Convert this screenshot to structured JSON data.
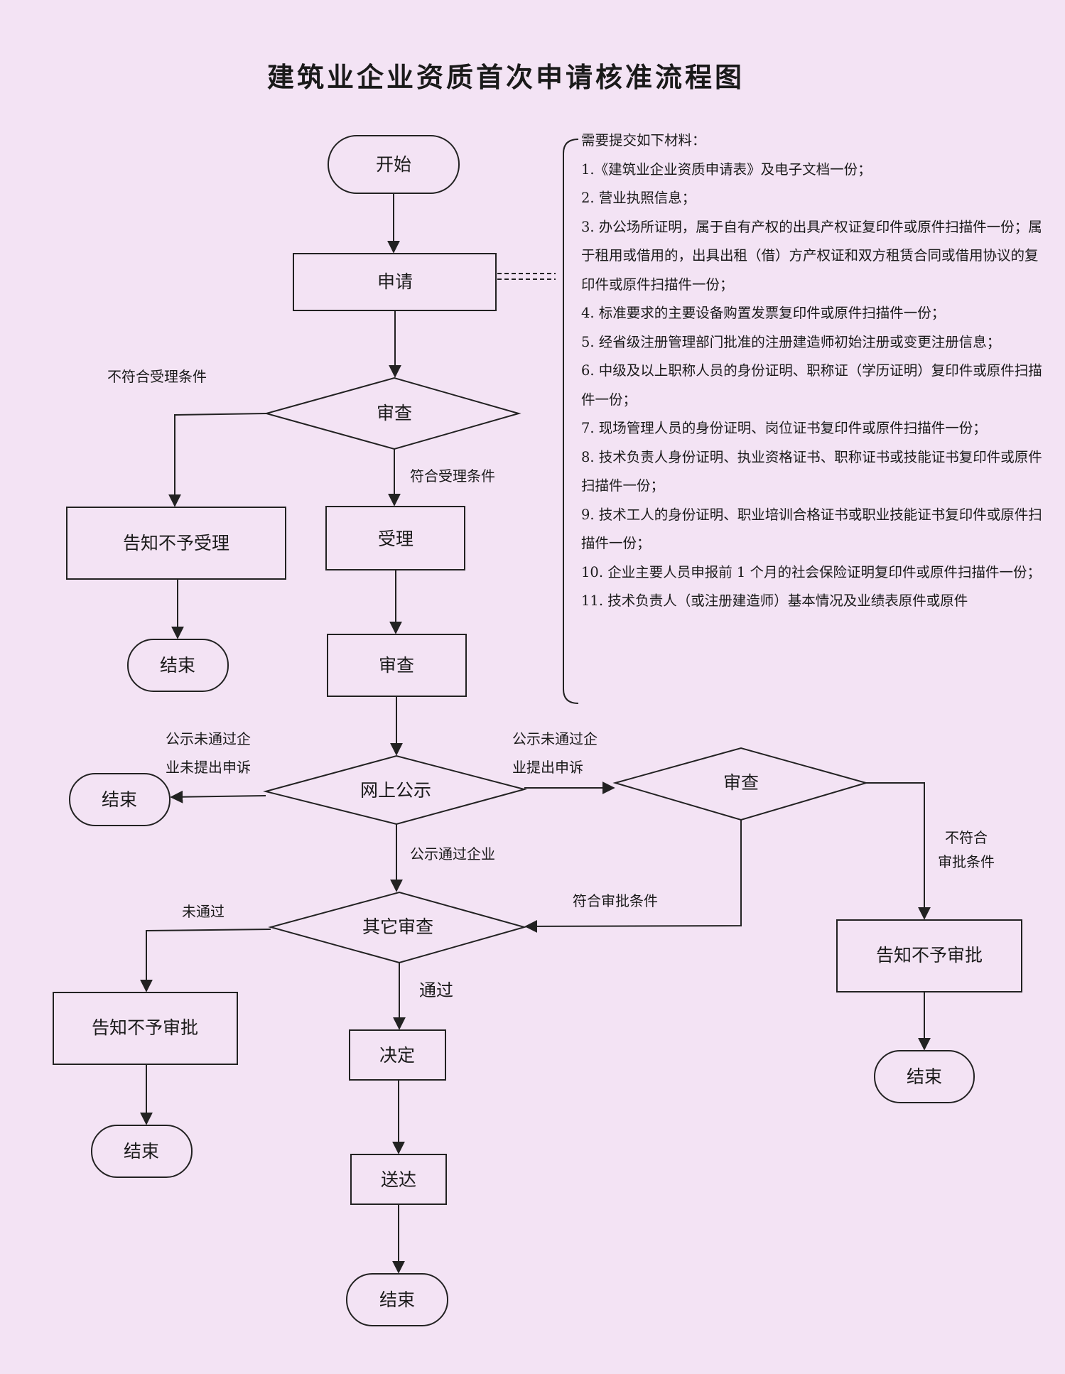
{
  "title": "建筑业企业资质首次申请核准流程图",
  "materials": {
    "heading": "需要提交如下材料：",
    "items": [
      "1.《建筑业企业资质申请表》及电子文档一份；",
      "2. 营业执照信息；",
      "3. 办公场所证明，属于自有产权的出具产权证复印件或原件扫描件一份；属于租用或借用的，出具出租（借）方产权证和双方租赁合同或借用协议的复印件或原件扫描件一份；",
      "4. 标准要求的主要设备购置发票复印件或原件扫描件一份；",
      "5. 经省级注册管理部门批准的注册建造师初始注册或变更注册信息；",
      "6. 中级及以上职称人员的身份证明、职称证（学历证明）复印件或原件扫描件一份；",
      "7. 现场管理人员的身份证明、岗位证书复印件或原件扫描件一份；",
      "8. 技术负责人身份证明、执业资格证书、职称证书或技能证书复印件或原件扫描件一份；",
      "9. 技术工人的身份证明、职业培训合格证书或职业技能证书复印件或原件扫描件一份；",
      "10. 企业主要人员申报前 1 个月的社会保险证明复印件或原件扫描件一份；",
      "11. 技术负责人（或注册建造师）基本情况及业绩表原件或原件"
    ]
  },
  "nodes": {
    "start": "开始",
    "apply": "申请",
    "review1": "审查",
    "notify_reject_accept": "告知不予受理",
    "end1": "结束",
    "accept": "受理",
    "review2": "审查",
    "publicity": "网上公示",
    "end2": "结束",
    "review3": "审查",
    "other_review": "其它审查",
    "notify_reject_approval_left": "告知不予审批",
    "end3": "结束",
    "decide": "决定",
    "deliver": "送达",
    "end4": "结束",
    "notify_reject_approval_right": "告知不予审批",
    "end5": "结束"
  },
  "edge_labels": {
    "not_meet_accept": "不符合受理条件",
    "meet_accept": "符合受理条件",
    "publicity_fail_no_appeal_1": "公示未通过企",
    "publicity_fail_no_appeal_2": "业未提出申诉",
    "publicity_fail_appeal_1": "公示未通过企",
    "publicity_fail_appeal_2": "业提出申诉",
    "publicity_pass": "公示通过企业",
    "meet_approval": "符合审批条件",
    "not_meet_approval_1": "不符合",
    "not_meet_approval_2": "审批条件",
    "not_passed": "未通过",
    "passed": "通过"
  }
}
